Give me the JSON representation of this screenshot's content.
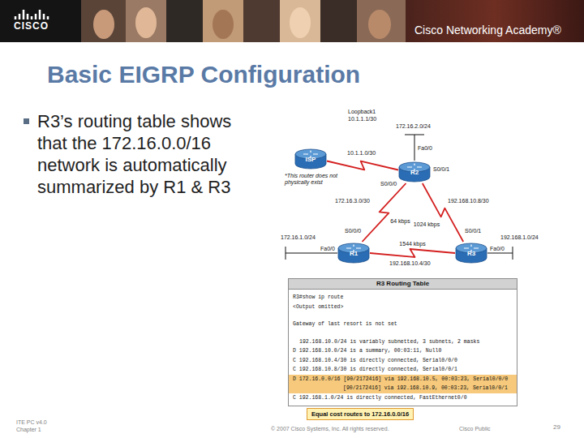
{
  "diagram": {
    "title": "Basic EIGRP Configuration",
    "nodes": [
      {
        "text": [
          "ISP"
        ]
      },
      {
        "text": [
          "R2"
        ]
      },
      {
        "text": [
          "R1"
        ]
      },
      {
        "text": [
          "R3"
        ]
      },
      {
        "text": [
          "R3 Routing Table",
          "R3#show ip route",
          "<Output omitted>",
          "Gateway of last resort is not set",
          "192.168.10.0/24 is variably subnetted, 3 subnets, 2 masks",
          "D 192.168.10.0/24 is a summary, 00:03:11, Null0",
          "C 192.168.10.4/30 is directly connected, Serial0/0/0",
          "C 192.168.10.8/30 is directly connected, Serial0/0/1",
          "D 172.16.0.0/16 [90/2172416] via 192.168.10.5, 00:03:23, Serial0/0/0",
          "[90/2172416] via 192.168.10.9, 00:03:23, Serial0/0/1",
          "C 192.168.1.0/24 is directly connected, FastEthernet0/0"
        ]
      },
      {
        "text": [
          "Equal cost routes to 172.16.0.0/16"
        ]
      }
    ],
    "edges": [
      {
        "from": 0,
        "to": 1,
        "arrow": "none"
      },
      {
        "from": 1,
        "to": 2,
        "label": "64 kbps",
        "arrow": "none"
      },
      {
        "from": 1,
        "to": 3,
        "label": "1024 kbps",
        "arrow": "none"
      },
      {
        "from": 2,
        "to": 3,
        "label": "1544 kbps",
        "arrow": "none"
      }
    ],
    "labels": [
      "CISCO",
      "Cisco Networking Academy®",
      "R3’s routing table shows that the 172.16.0.0/16 network is automatically summarized by R1 & R3",
      "Loopback1",
      "10.1.1.1/30",
      "172.16.2.0/24",
      "Fa0/0",
      "10.1.1.0/30",
      "*This router does not physically exist",
      "S0/0/0",
      "S0/0/1",
      "172.16.3.0/30",
      "192.168.10.8/30",
      "S0/0/0",
      "S0/0/1",
      "172.16.1.0/24",
      "Fa0/0",
      "192.168.1.0/24",
      "Fa0/0",
      "192.168.10.4/30",
      "ITE PC v4.0 Chapter 1",
      "© 2007 Cisco Systems, Inc. All rights reserved.",
      "Cisco Public",
      "29"
    ]
  }
}
